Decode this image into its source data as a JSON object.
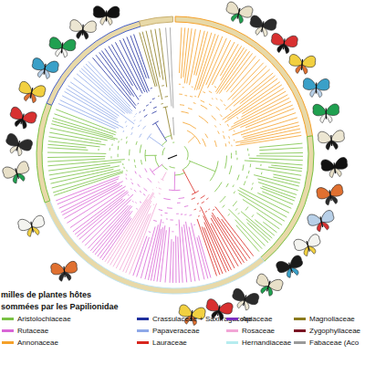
{
  "diagram": {
    "labels": [
      "milles de plantes hôtes",
      "sommées par les Papilionidae"
    ],
    "legend": [
      {
        "text": "Aristolochiaceae",
        "color": "#79c143"
      },
      {
        "text": "Rutaceae",
        "color": "#d966d6"
      },
      {
        "text": "Annonaceae",
        "color": "#f5a12a"
      },
      {
        "text": "Crassulaceae + Saxifragaceae",
        "color": "#1f2f9e"
      },
      {
        "text": "Papaveraceae",
        "color": "#8ea8e8"
      },
      {
        "text": "Lauraceae",
        "color": "#d8261e"
      },
      {
        "text": "Apiaceae",
        "color": "#7a2fc0"
      },
      {
        "text": "Rosaceae",
        "color": "#f2a6d6"
      },
      {
        "text": "Hernandiaceae",
        "color": "#b6ecef"
      },
      {
        "text": "Magnoliaceae",
        "color": "#8a7a1c"
      },
      {
        "text": "Zygophyllaceae",
        "color": "#7a1424"
      },
      {
        "text": "Fabaceae (Aco",
        "color": "#9a9a9a"
      }
    ]
  }
}
